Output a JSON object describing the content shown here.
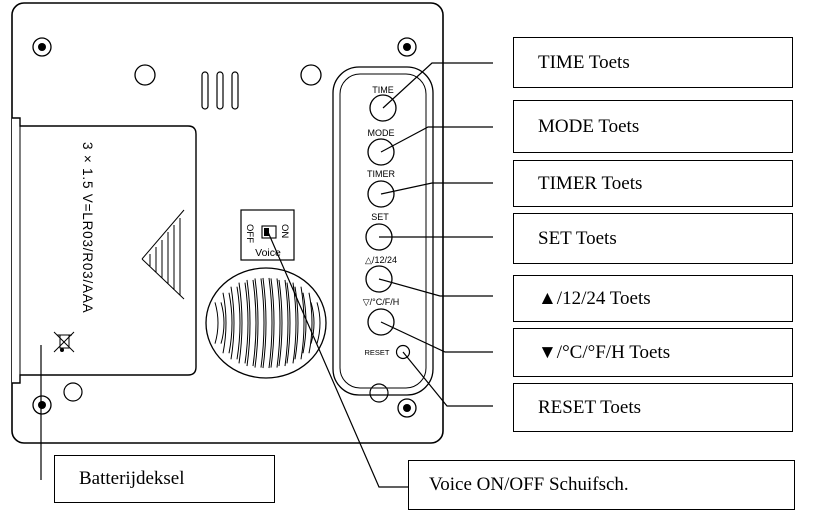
{
  "device": {
    "battery_text": "3 × 1.5 V=LR03/R03/AAA",
    "switch_on": "ON",
    "switch_off": "OFF",
    "switch_name": "Voice",
    "buttons": [
      {
        "id": "time",
        "label": "TIME"
      },
      {
        "id": "mode",
        "label": "MODE"
      },
      {
        "id": "timer",
        "label": "TIMER"
      },
      {
        "id": "set",
        "label": "SET"
      },
      {
        "id": "up",
        "label": "△/12/24"
      },
      {
        "id": "down",
        "label": "▽/°C/F/H"
      },
      {
        "id": "reset",
        "label": "RESET"
      }
    ]
  },
  "callouts": {
    "time": "TIME Toets",
    "mode": "MODE Toets",
    "timer": "TIMER Toets",
    "set": "SET Toets",
    "up": "▲/12/24 Toets",
    "down": "▼/°C/°F/H Toets",
    "reset": "RESET Toets",
    "battery": "Batterijdeksel",
    "voice": "Voice ON/OFF Schuifsch."
  }
}
